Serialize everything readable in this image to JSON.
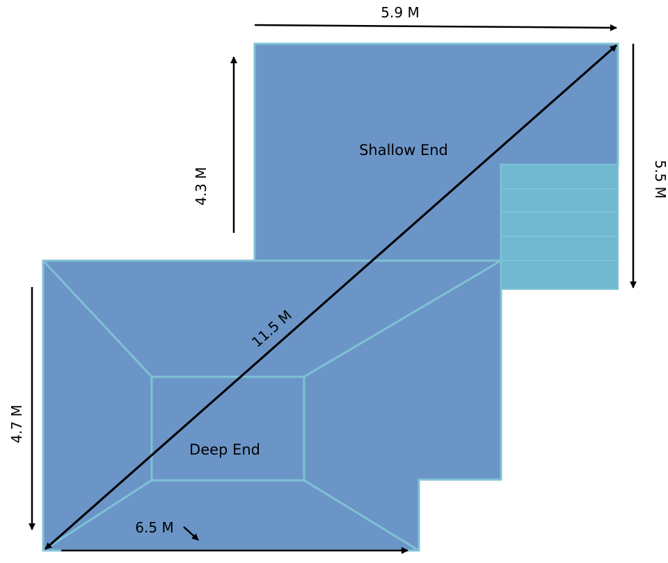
{
  "labels": {
    "top_width": "5.9 M",
    "right_length": "5.5 M",
    "left_upper_length": "4.3 M",
    "left_lower_length": "4.7 M",
    "bottom_width": "6.5 M",
    "diagonal": "11.5 M",
    "shallow_end": "Shallow End",
    "deep_end": "Deep End"
  },
  "colors": {
    "pool_fill": "#6b95c7",
    "edge_line": "#7fc2d4",
    "steps_fill": "#6fb8d0",
    "ink": "#000000"
  }
}
